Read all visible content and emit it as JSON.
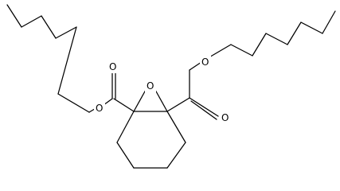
{
  "atoms": {
    "ester_oxygen_left": "O",
    "carbonyl_oxygen_left": "O",
    "epoxide_oxygen": "O",
    "ester_oxygen_right": "O",
    "carbonyl_oxygen_right": "O"
  },
  "colors": {
    "bond": "#000000",
    "background": "#ffffff"
  }
}
